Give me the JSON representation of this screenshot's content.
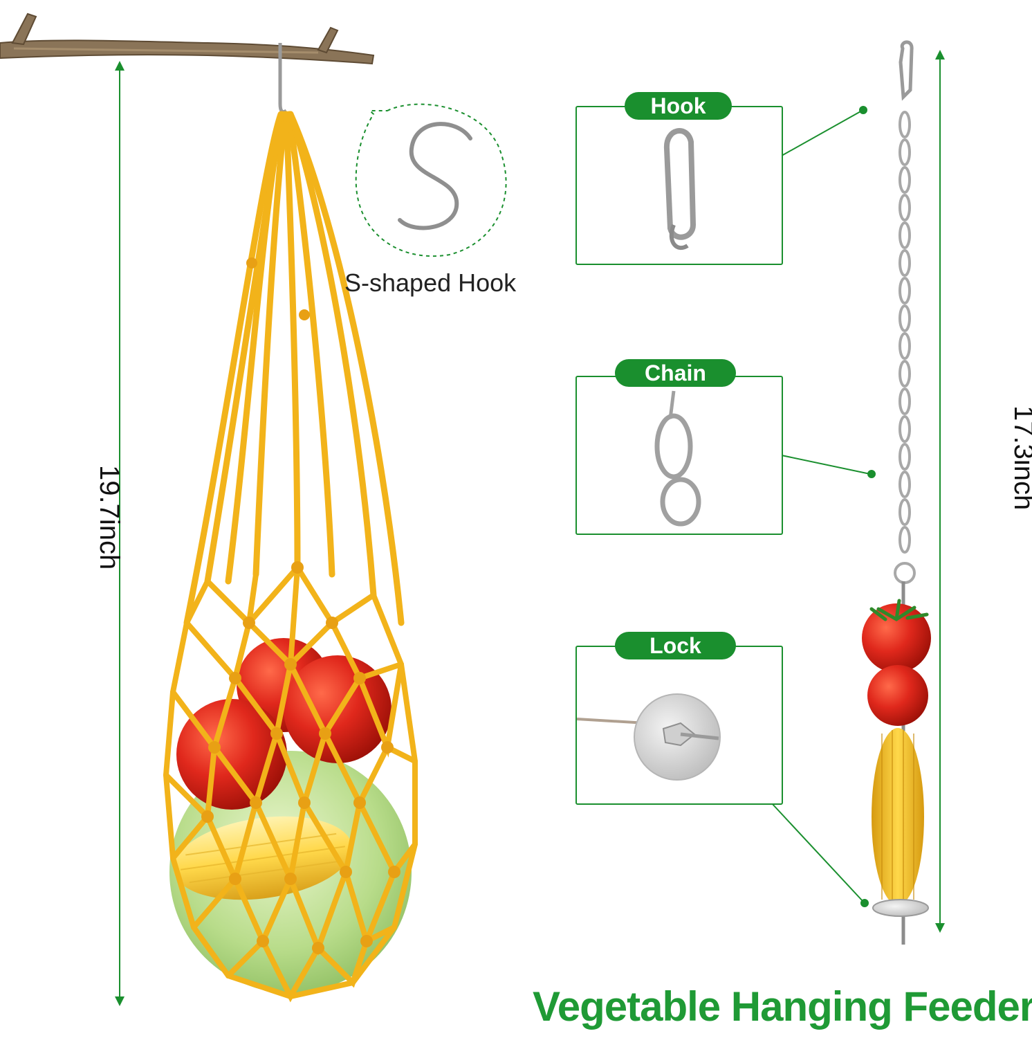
{
  "dimensions": {
    "net_length": "19.7inch",
    "feeder_length": "17.3inch"
  },
  "s_hook": {
    "caption": "S-shaped Hook"
  },
  "callouts": [
    {
      "label": "Hook"
    },
    {
      "label": "Chain"
    },
    {
      "label": "Lock"
    }
  ],
  "title": "Vegetable Hanging Feeder",
  "colors": {
    "accent_green": "#1a8f2e",
    "title_green": "#1f9a35",
    "net_yellow": "#f2b31a",
    "tomato_red": "#e0281c"
  }
}
